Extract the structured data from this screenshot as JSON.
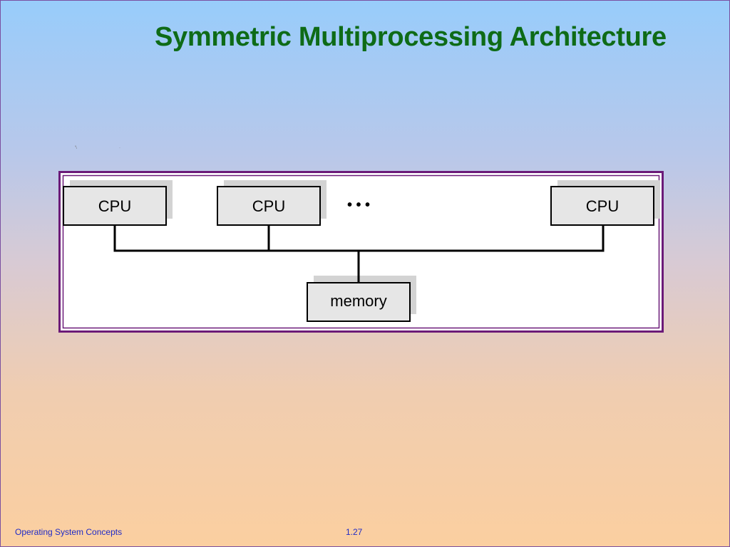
{
  "slide": {
    "title": "Symmetric Multiprocessing Architecture",
    "footer_left": "Operating System Concepts",
    "page_number": "1.27",
    "title_color": "#0e6b17",
    "footer_color": "#1f2bc7"
  },
  "diagram": {
    "cpu_labels": [
      "CPU",
      "CPU",
      "CPU"
    ],
    "ellipsis": "• • •",
    "memory_label": "memory",
    "frame_color": "#6b1a78"
  }
}
